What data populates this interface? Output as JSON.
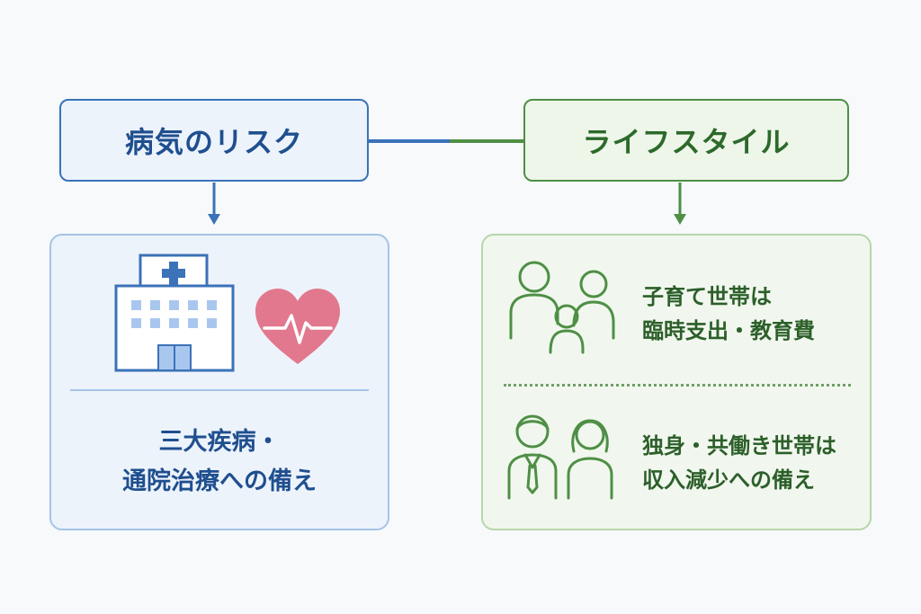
{
  "headers": {
    "left": "病気のリスク",
    "right": "ライフスタイル"
  },
  "left_panel": {
    "caption_line1": "三大疾病・",
    "caption_line2": "通院治療への備え"
  },
  "right_panel": {
    "item1_line1": "子育て世帯は",
    "item1_line2": "臨時支出・教育費",
    "item2_line1": "独身・共働き世帯は",
    "item2_line2": "収入減少への備え"
  },
  "colors": {
    "blue": "#3b72b8",
    "green": "#4e8f45",
    "heart": "#e2788e"
  }
}
